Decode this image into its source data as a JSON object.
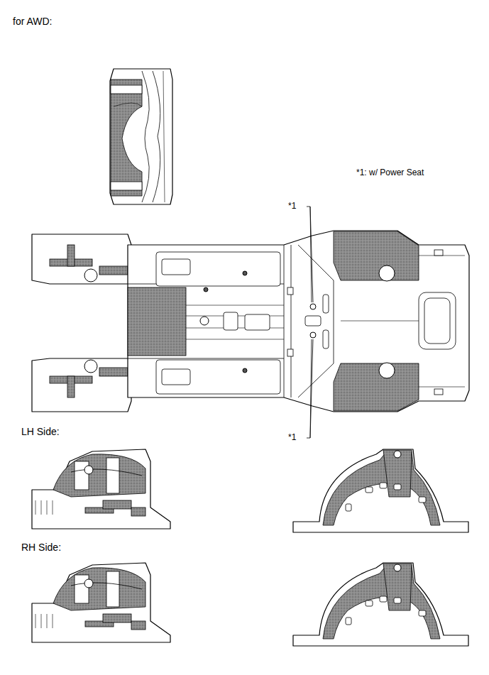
{
  "diagram": {
    "labels": [
      "for AWD:",
      "*1: w/ Power Seat",
      "*1",
      "*1",
      "LH Side:",
      "RH Side:"
    ]
  }
}
